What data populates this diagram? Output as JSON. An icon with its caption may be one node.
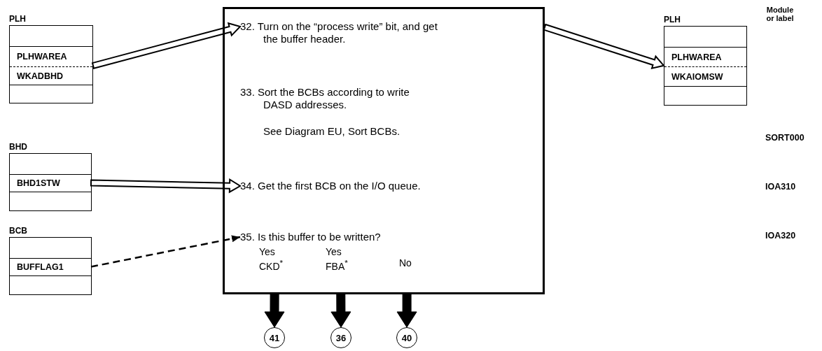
{
  "diagram": {
    "nodes": [
      {
        "text": [
          "PLH"
        ]
      },
      {
        "text": [
          "PLHWAREA"
        ],
        "in": 0
      },
      {
        "text": [
          "WKADBHD"
        ],
        "in": 0
      },
      {
        "text": [
          "BHD"
        ]
      },
      {
        "text": [
          "BHD1STW"
        ],
        "in": 3
      },
      {
        "text": [
          "BCB"
        ]
      },
      {
        "text": [
          "BUFFLAG1"
        ],
        "in": 5
      },
      {
        "text": [],
        "shape": "box"
      },
      {
        "text": [
          "32. Turn on the “process write” bit, and get the buffer header."
        ],
        "in": 7
      },
      {
        "text": [
          "33. Sort the BCBs according to write DASD addresses.",
          "See Diagram EU, Sort BCBs."
        ],
        "in": 7
      },
      {
        "text": [
          "34. Get the first BCB on the I/O queue."
        ],
        "in": 7
      },
      {
        "text": [
          "35. Is this buffer to be written?"
        ],
        "in": 7
      },
      {
        "text": [
          "PLH"
        ]
      },
      {
        "text": [
          "PLHWAREA"
        ],
        "in": 12
      },
      {
        "text": [
          "WKAIOMSW"
        ],
        "in": 12
      },
      {
        "text": [
          "41"
        ]
      },
      {
        "text": [
          "36"
        ]
      },
      {
        "text": [
          "40"
        ]
      }
    ],
    "edges": [
      {
        "from": 0,
        "to": 8,
        "arrow": "to"
      },
      {
        "from": 7,
        "to": 12,
        "arrow": "to"
      },
      {
        "from": 4,
        "to": 10,
        "arrow": "to"
      },
      {
        "from": 6,
        "to": 11,
        "arrow": "to",
        "style": "dashed"
      },
      {
        "from": 7,
        "to": 15,
        "arrow": "to",
        "style": "thick",
        "label": "Yes CKD$^{*}$"
      },
      {
        "from": 7,
        "to": 16,
        "arrow": "to",
        "style": "thick",
        "label": "Yes FBA$^{*}$"
      },
      {
        "from": 7,
        "to": 17,
        "arrow": "to",
        "style": "thick",
        "label": "No"
      }
    ],
    "labels": [
      "Module or label",
      "SORT000",
      "IOA310",
      "IOA320"
    ]
  }
}
